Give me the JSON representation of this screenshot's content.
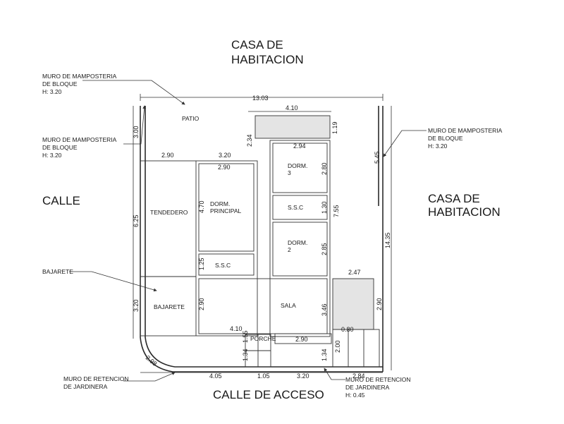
{
  "labels": {
    "top": [
      "CASA DE",
      "HABITACION"
    ],
    "right": [
      "CASA DE",
      "HABITACION"
    ],
    "left": "CALLE",
    "bottom": "CALLE DE ACCESO"
  },
  "notes": {
    "wall_top_left": [
      "MURO DE MAMPOSTERIA",
      "DE BLOQUE",
      "H: 3.20"
    ],
    "wall_mid_left": [
      "MURO DE MAMPOSTERIA",
      "DE BLOQUE",
      "H: 3.20"
    ],
    "wall_right": [
      "MURO DE MAMPOSTERIA",
      "DE BLOQUE",
      "H: 3.20"
    ],
    "bajarete": "BAJARETE",
    "retention_left": [
      "MURO DE RETENCION",
      "DE JARDINERA"
    ],
    "retention_right": [
      "MURO DE RETENCION",
      "DE JARDINERA",
      "H: 0.45"
    ]
  },
  "rooms": {
    "patio": "PATIO",
    "tendedero": "TENDEDERO",
    "dorm_principal": [
      "DORM.",
      "PRINCIPAL"
    ],
    "ssc_left": "S.S.C",
    "bajarete": "BAJARETE",
    "dorm3": [
      "DORM.",
      "3"
    ],
    "ssc_right": "S.S.C",
    "dorm2": [
      "DORM.",
      "2"
    ],
    "sala": "SALA",
    "porche": "PORCHE"
  },
  "dims": {
    "top_total": "13.03",
    "d410_top": "4.10",
    "d300": "3.00",
    "d290_a": "2.90",
    "d320_a": "3.20",
    "d234": "2.34",
    "d119": "1.19",
    "d294": "2.94",
    "d290_b": "2.90",
    "d280": "2.80",
    "d545": "5.45",
    "d625": "6.25",
    "d470": "4.70",
    "d755": "7.55",
    "d130": "1.30",
    "d1435": "14.35",
    "d285": "2.85",
    "d125": "1.25",
    "d247": "2.47",
    "d320_b": "3.20",
    "d290_c": "2.90",
    "d346": "3.46",
    "d290_d": "2.90",
    "d410_bot": "4.10",
    "d080": "0.80",
    "d155": "1.55",
    "d290_e": "2.90",
    "d200": "2.00",
    "d134_a": "1.34",
    "d134_b": "1.34",
    "d298": "2.98",
    "d405": "4.05",
    "d105": "1.05",
    "d320_c": "3.20",
    "d284": "2.84"
  }
}
